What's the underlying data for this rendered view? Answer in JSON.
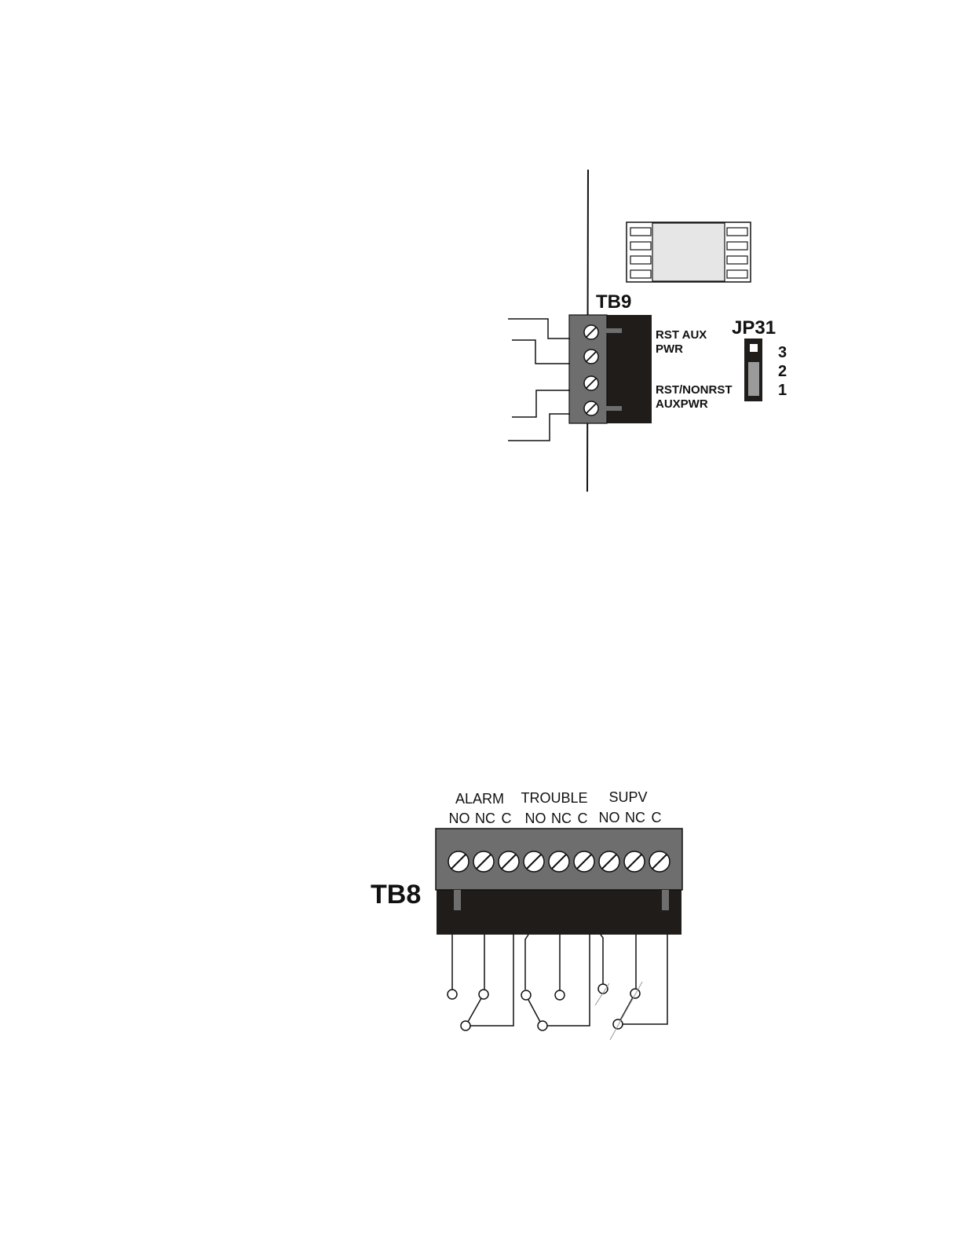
{
  "tb9": {
    "name": "TB9",
    "label_top_line1": "RST AUX",
    "label_top_line2": "PWR",
    "label_bottom_line1": "RST/NONRST",
    "label_bottom_line2": "AUXPWR"
  },
  "jp31": {
    "name": "JP31",
    "pins": [
      "3",
      "2",
      "1"
    ]
  },
  "tb8": {
    "name": "TB8",
    "groups": [
      {
        "title": "ALARM",
        "contacts": [
          "NO",
          "NC",
          "C"
        ]
      },
      {
        "title": "TROUBLE",
        "contacts": [
          "NO",
          "NC",
          "C"
        ]
      },
      {
        "title": "SUPV",
        "contacts": [
          "NO",
          "NC",
          "C"
        ]
      }
    ]
  },
  "colors": {
    "terminal_gray": "#6e6e6e",
    "terminal_dark": "#1f1c1a",
    "screw_face": "#ffffff",
    "relay_body": "#e6e6e6",
    "jumper_fill": "#9a9a9a",
    "line": "#111111"
  }
}
